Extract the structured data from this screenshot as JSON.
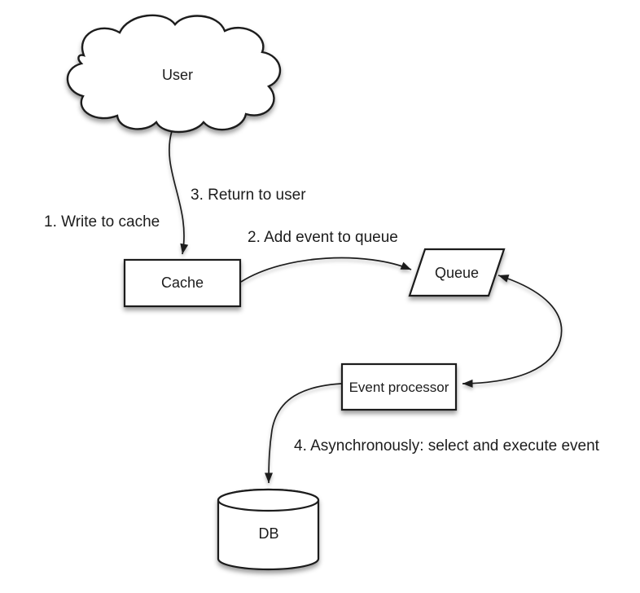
{
  "nodes": {
    "user": {
      "label": "User",
      "shape": "cloud"
    },
    "cache": {
      "label": "Cache",
      "shape": "rectangle"
    },
    "queue": {
      "label": "Queue",
      "shape": "parallelogram"
    },
    "event_processor": {
      "label": "Event processor",
      "shape": "rectangle"
    },
    "db": {
      "label": "DB",
      "shape": "cylinder"
    }
  },
  "steps": {
    "step1": "1. Write to cache",
    "step2": "2. Add event to queue",
    "step3": "3. Return to user",
    "step4": "4. Asynchronously: select and execute event"
  },
  "edges": [
    {
      "from": "user",
      "to": "cache",
      "style": "curved-arrow"
    },
    {
      "from": "cache",
      "to": "queue",
      "style": "curved-arrow"
    },
    {
      "from": "queue",
      "to": "event_processor",
      "style": "curved-double-arrow"
    },
    {
      "from": "event_processor",
      "to": "db",
      "style": "curved-arrow"
    }
  ],
  "colors": {
    "stroke": "#1c1c1c",
    "node_fill": "#ffffff",
    "text": "#1c1c1c",
    "background": "#ffffff"
  }
}
